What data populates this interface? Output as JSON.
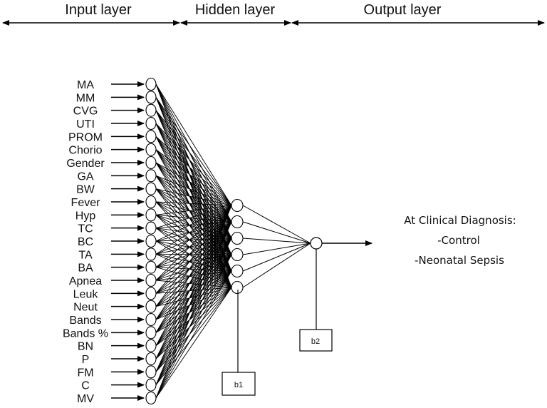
{
  "headers": {
    "input": "Input layer",
    "hidden": "Hidden layer",
    "output": "Output layer"
  },
  "inputs": [
    "MA",
    "MM",
    "CVG",
    "UTI",
    "PROM",
    "Chorio",
    "Gender",
    "GA",
    "BW",
    "Fever",
    "Hyp",
    "TC",
    "BC",
    "TA",
    "BA",
    "Apnea",
    "Leuk",
    "Neut",
    "Bands",
    "Bands %",
    "BN",
    "P",
    "FM",
    "C",
    "MV"
  ],
  "hidden_neuron_count": 6,
  "bias": {
    "hidden": "b1",
    "output": "b2"
  },
  "output_text": {
    "line1": "At Clinical Diagnosis:",
    "line2": "-Control",
    "line3": "-Neonatal Sepsis"
  },
  "colors": {
    "stroke": "#000000",
    "node_fill": "#ffffff",
    "text": "#111111"
  }
}
